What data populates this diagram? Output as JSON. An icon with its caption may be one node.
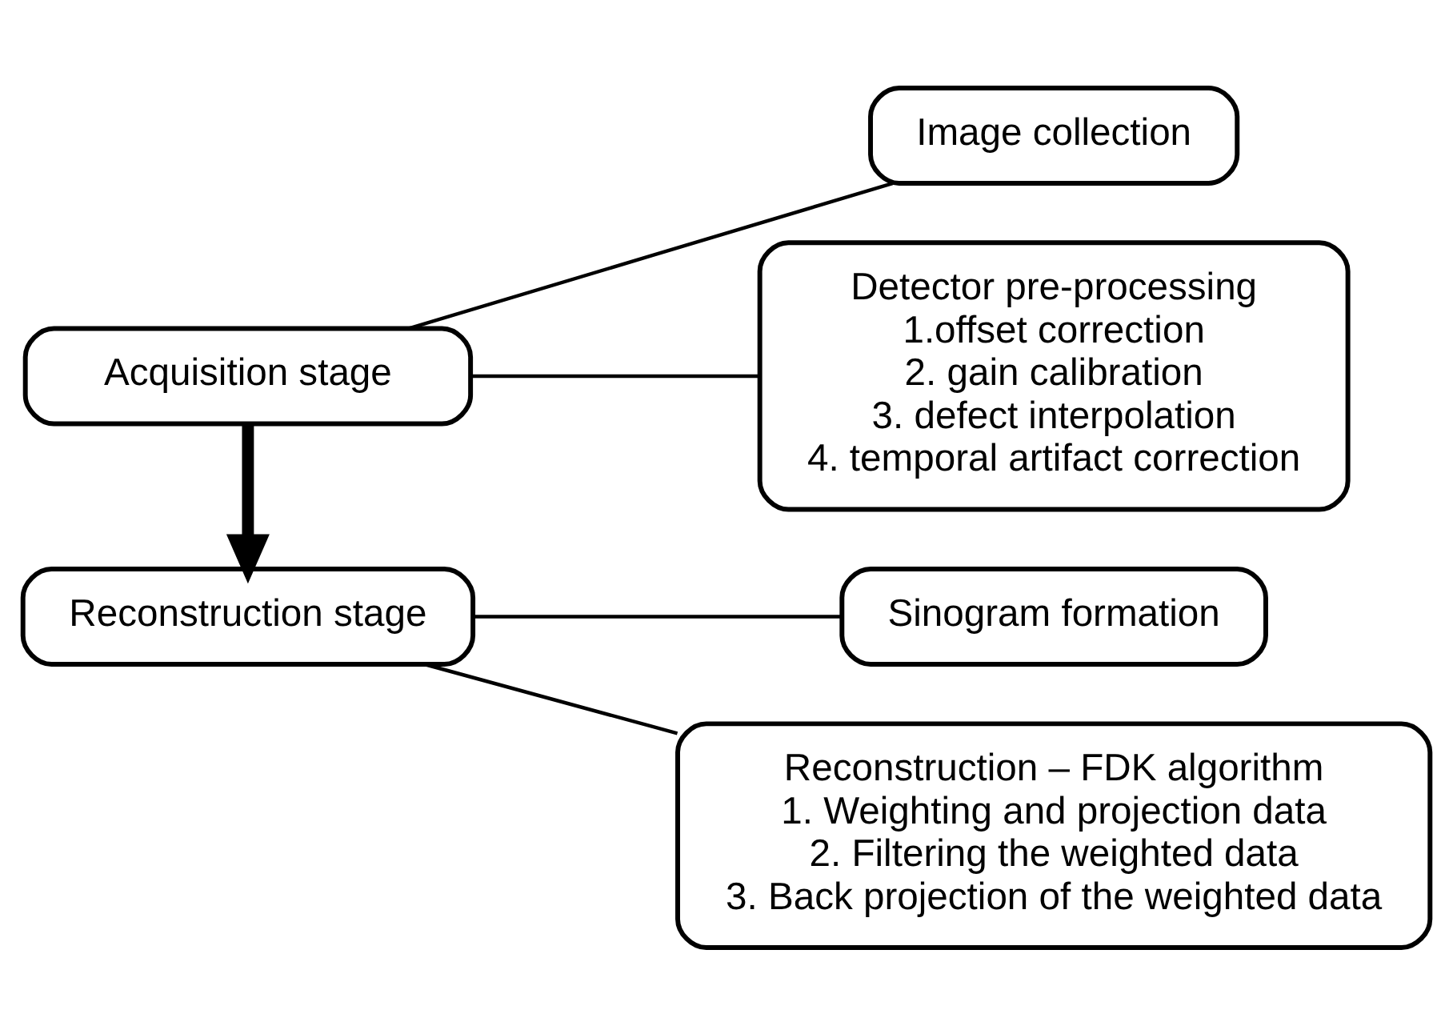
{
  "diagram": {
    "nodes": [
      {
        "text": [
          "Acquisition stage"
        ]
      },
      {
        "text": [
          "Image collection"
        ]
      },
      {
        "text": [
          "Detector pre-processing",
          "1.offset correction",
          "2. gain calibration",
          "3. defect interpolation",
          "4. temporal artifact correction"
        ]
      },
      {
        "text": [
          "Reconstruction stage"
        ]
      },
      {
        "text": [
          "Sinogram formation"
        ]
      },
      {
        "text": [
          "Reconstruction – FDK algorithm",
          "1. Weighting and projection data",
          "2. Filtering the weighted data",
          "3. Back projection of the weighted data"
        ]
      }
    ],
    "edges": [
      {
        "from": 0,
        "to": 1,
        "arrow": "none"
      },
      {
        "from": 0,
        "to": 2,
        "arrow": "none"
      },
      {
        "from": 0,
        "to": 3,
        "arrow": "to",
        "style": "thick"
      },
      {
        "from": 3,
        "to": 4,
        "arrow": "none"
      },
      {
        "from": 3,
        "to": 5,
        "arrow": "none"
      }
    ]
  }
}
